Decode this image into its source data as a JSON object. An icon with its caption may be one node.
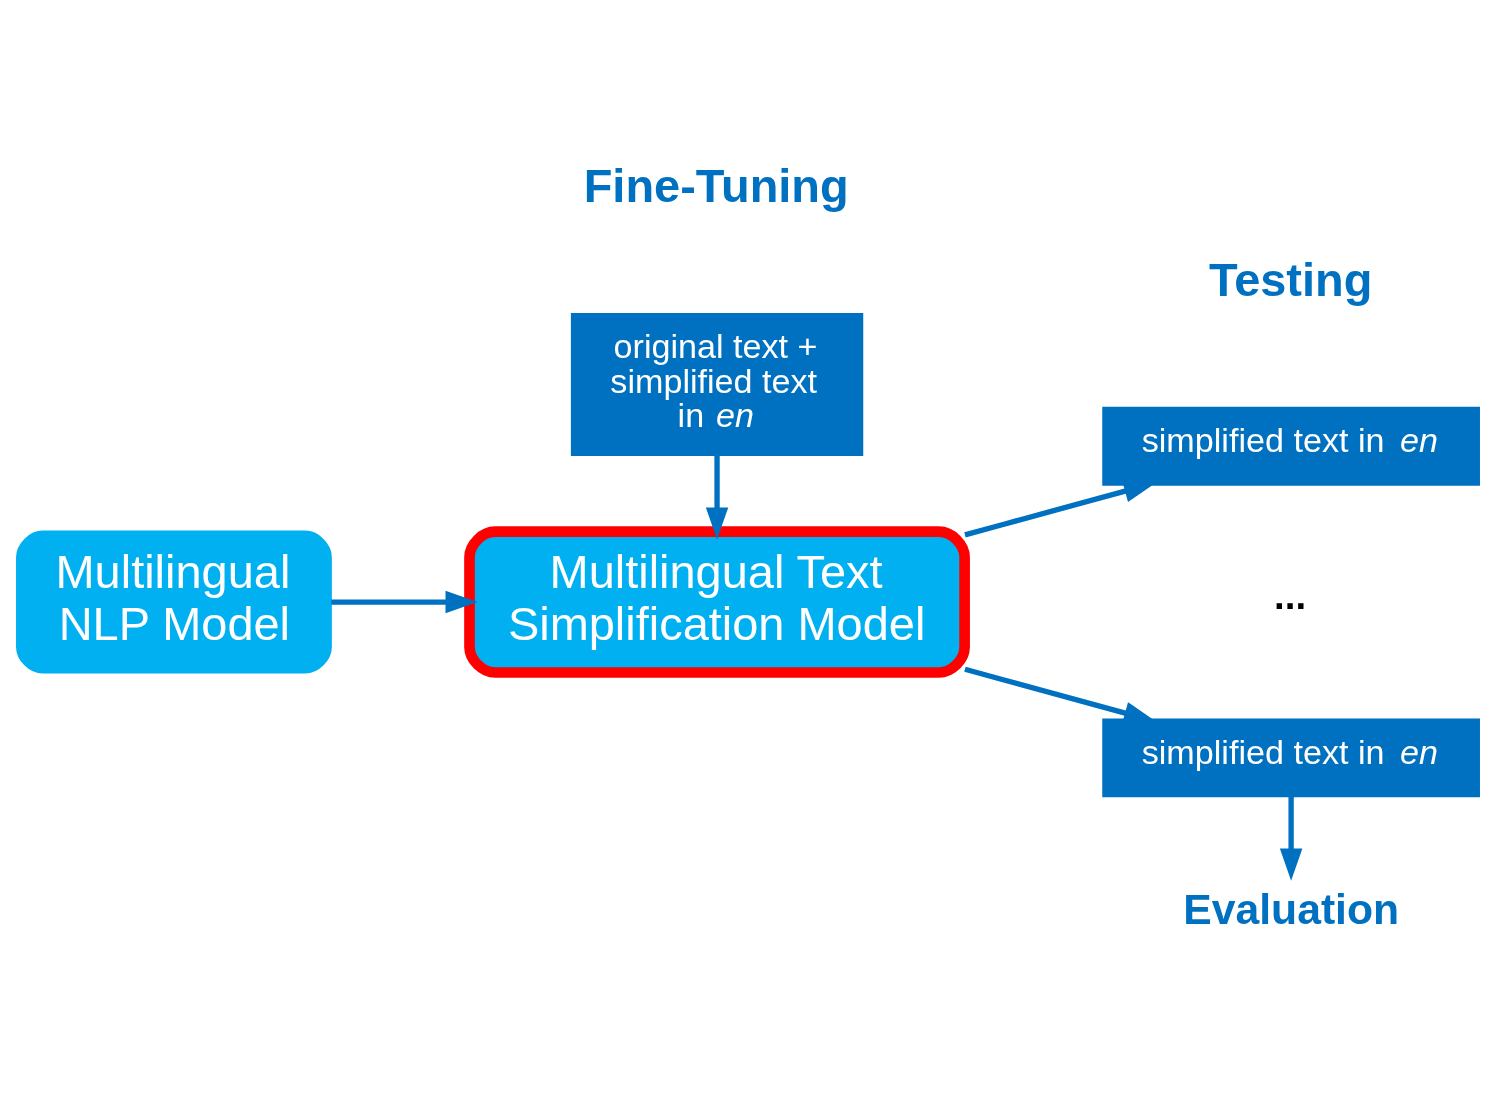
{
  "diagram": {
    "nodes": [
      {
        "text": [
          "Multilingual NLP Model"
        ]
      },
      {
        "text": [
          "original text + simplified text in *en*"
        ]
      },
      {
        "text": [
          "Multilingual Text Simplification Model"
        ]
      },
      {
        "text": [
          "simplified text in *en*"
        ]
      },
      {
        "text": [
          "simplified text in *en*"
        ]
      },
      {
        "text": [
          "Evaluation"
        ]
      }
    ],
    "edges": [
      {
        "from": 0,
        "to": 2,
        "arrow": "to"
      },
      {
        "from": 1,
        "to": 2,
        "arrow": "to"
      },
      {
        "from": 2,
        "to": 3,
        "arrow": "to"
      },
      {
        "from": 2,
        "to": 4,
        "arrow": "to"
      },
      {
        "from": 4,
        "to": 5,
        "arrow": "to"
      }
    ],
    "labels": [
      "Testing",
      "Fine-Tuning",
      "..."
    ]
  }
}
